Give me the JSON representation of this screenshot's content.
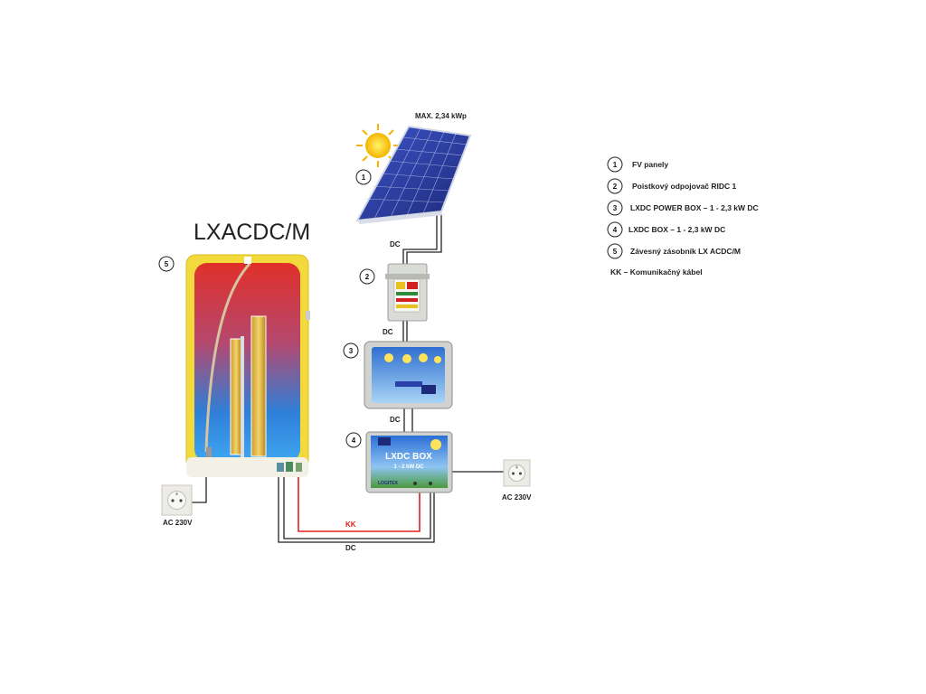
{
  "title": "LXACDC/M",
  "panel_rating": "MAX. 2,34 kWp",
  "labels": {
    "dc_panel": "DC",
    "dc_ridc": "DC",
    "dc_powerbox": "DC",
    "dc_bottom": "DC",
    "kk": "KK",
    "ac_left": "AC 230V",
    "ac_right": "AC 230V"
  },
  "component_numbers": {
    "panel": "1",
    "ridc": "2",
    "powerbox": "3",
    "lxdcbox": "4",
    "tank": "5"
  },
  "device_text": {
    "lxdc_box_title": "LXDC BOX",
    "lxdc_box_sub": "1 - 2 kW DC",
    "lxdc_box_brand": "LOGITEX"
  },
  "legend": [
    {
      "num": "1",
      "text": "FV panely"
    },
    {
      "num": "2",
      "text": "Poistkový odpojovač RIDC 1"
    },
    {
      "num": "3",
      "text": "LXDC POWER BOX  –  1 - 2,3 kW DC"
    },
    {
      "num": "4",
      "text": "LXDC BOX –  1 - 2,3 kW DC"
    },
    {
      "num": "5",
      "text": "Závesný zásobník LX ACDC/M"
    }
  ],
  "legend_note": "KK – Komunikačný kábel",
  "colors": {
    "kk_cable": "#e0201c",
    "dc_cable": "#222222",
    "tank_shell": "#f2da3c",
    "panel_blue": "#2a3fa8"
  }
}
